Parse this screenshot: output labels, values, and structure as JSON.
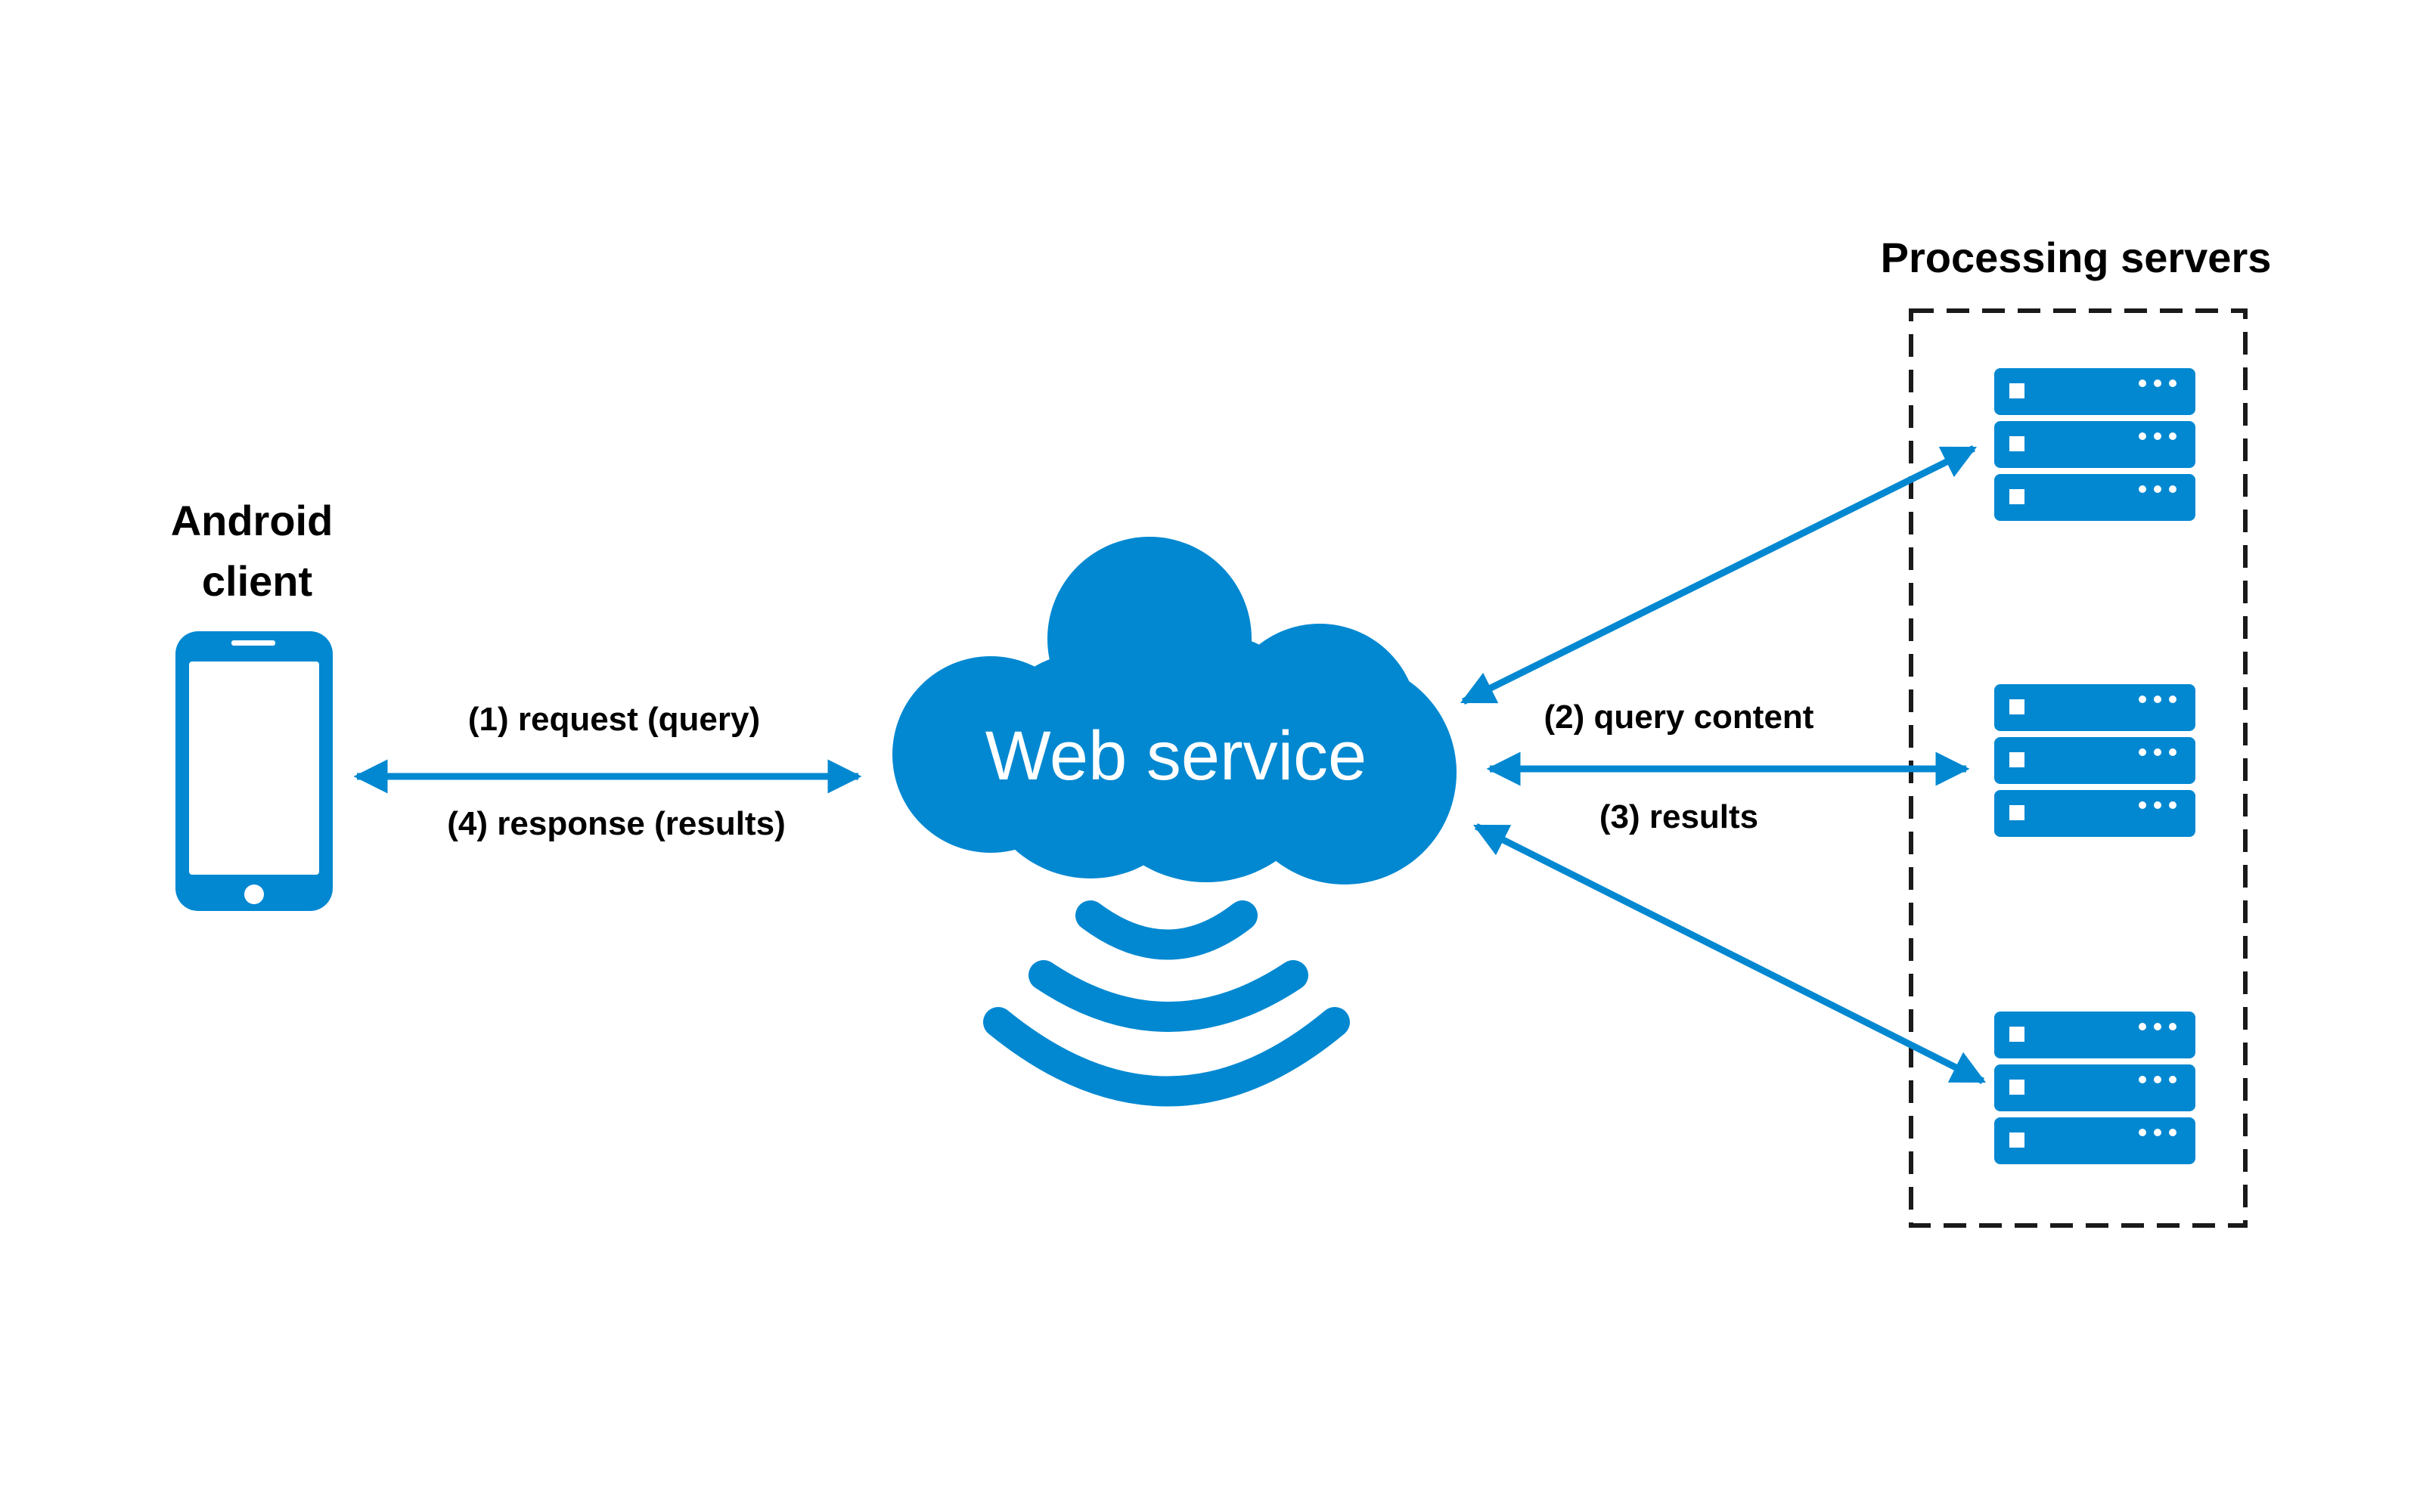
{
  "colors": {
    "accent": "#0288d1",
    "text": "#000000",
    "background": "#ffffff"
  },
  "android_client": {
    "label_line1": "Android",
    "label_line2": "client",
    "icon": "smartphone-icon"
  },
  "web_service": {
    "label": "Web service",
    "icon": "cloud-icon",
    "signal_icon": "wifi-signal-icon"
  },
  "processing_servers": {
    "title": "Processing servers",
    "servers": [
      {
        "icon": "server-rack-icon"
      },
      {
        "icon": "server-rack-icon"
      },
      {
        "icon": "server-rack-icon"
      }
    ]
  },
  "arrows": {
    "request": "(1) request (query)",
    "response": "(4) response (results)",
    "query_content": "(2) query content",
    "results": "(3) results"
  }
}
